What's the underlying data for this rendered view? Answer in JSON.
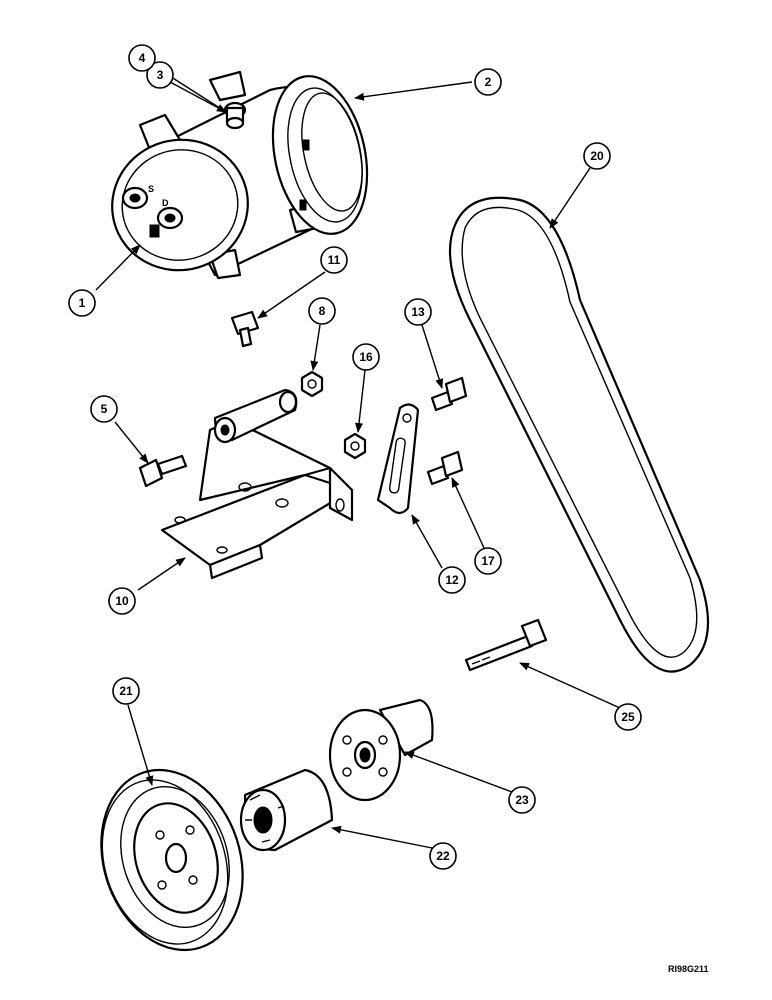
{
  "diagram": {
    "callouts": [
      {
        "id": "c1",
        "label": "1"
      },
      {
        "id": "c2",
        "label": "2"
      },
      {
        "id": "c3",
        "label": "3"
      },
      {
        "id": "c4",
        "label": "4"
      },
      {
        "id": "c5",
        "label": "5"
      },
      {
        "id": "c8",
        "label": "8"
      },
      {
        "id": "c10",
        "label": "10"
      },
      {
        "id": "c11",
        "label": "11"
      },
      {
        "id": "c12",
        "label": "12"
      },
      {
        "id": "c13",
        "label": "13"
      },
      {
        "id": "c16",
        "label": "16"
      },
      {
        "id": "c17",
        "label": "17"
      },
      {
        "id": "c20",
        "label": "20"
      },
      {
        "id": "c21",
        "label": "21"
      },
      {
        "id": "c22",
        "label": "22"
      },
      {
        "id": "c23",
        "label": "23"
      },
      {
        "id": "c25",
        "label": "25"
      }
    ],
    "drawing_code": "RI98G211"
  }
}
